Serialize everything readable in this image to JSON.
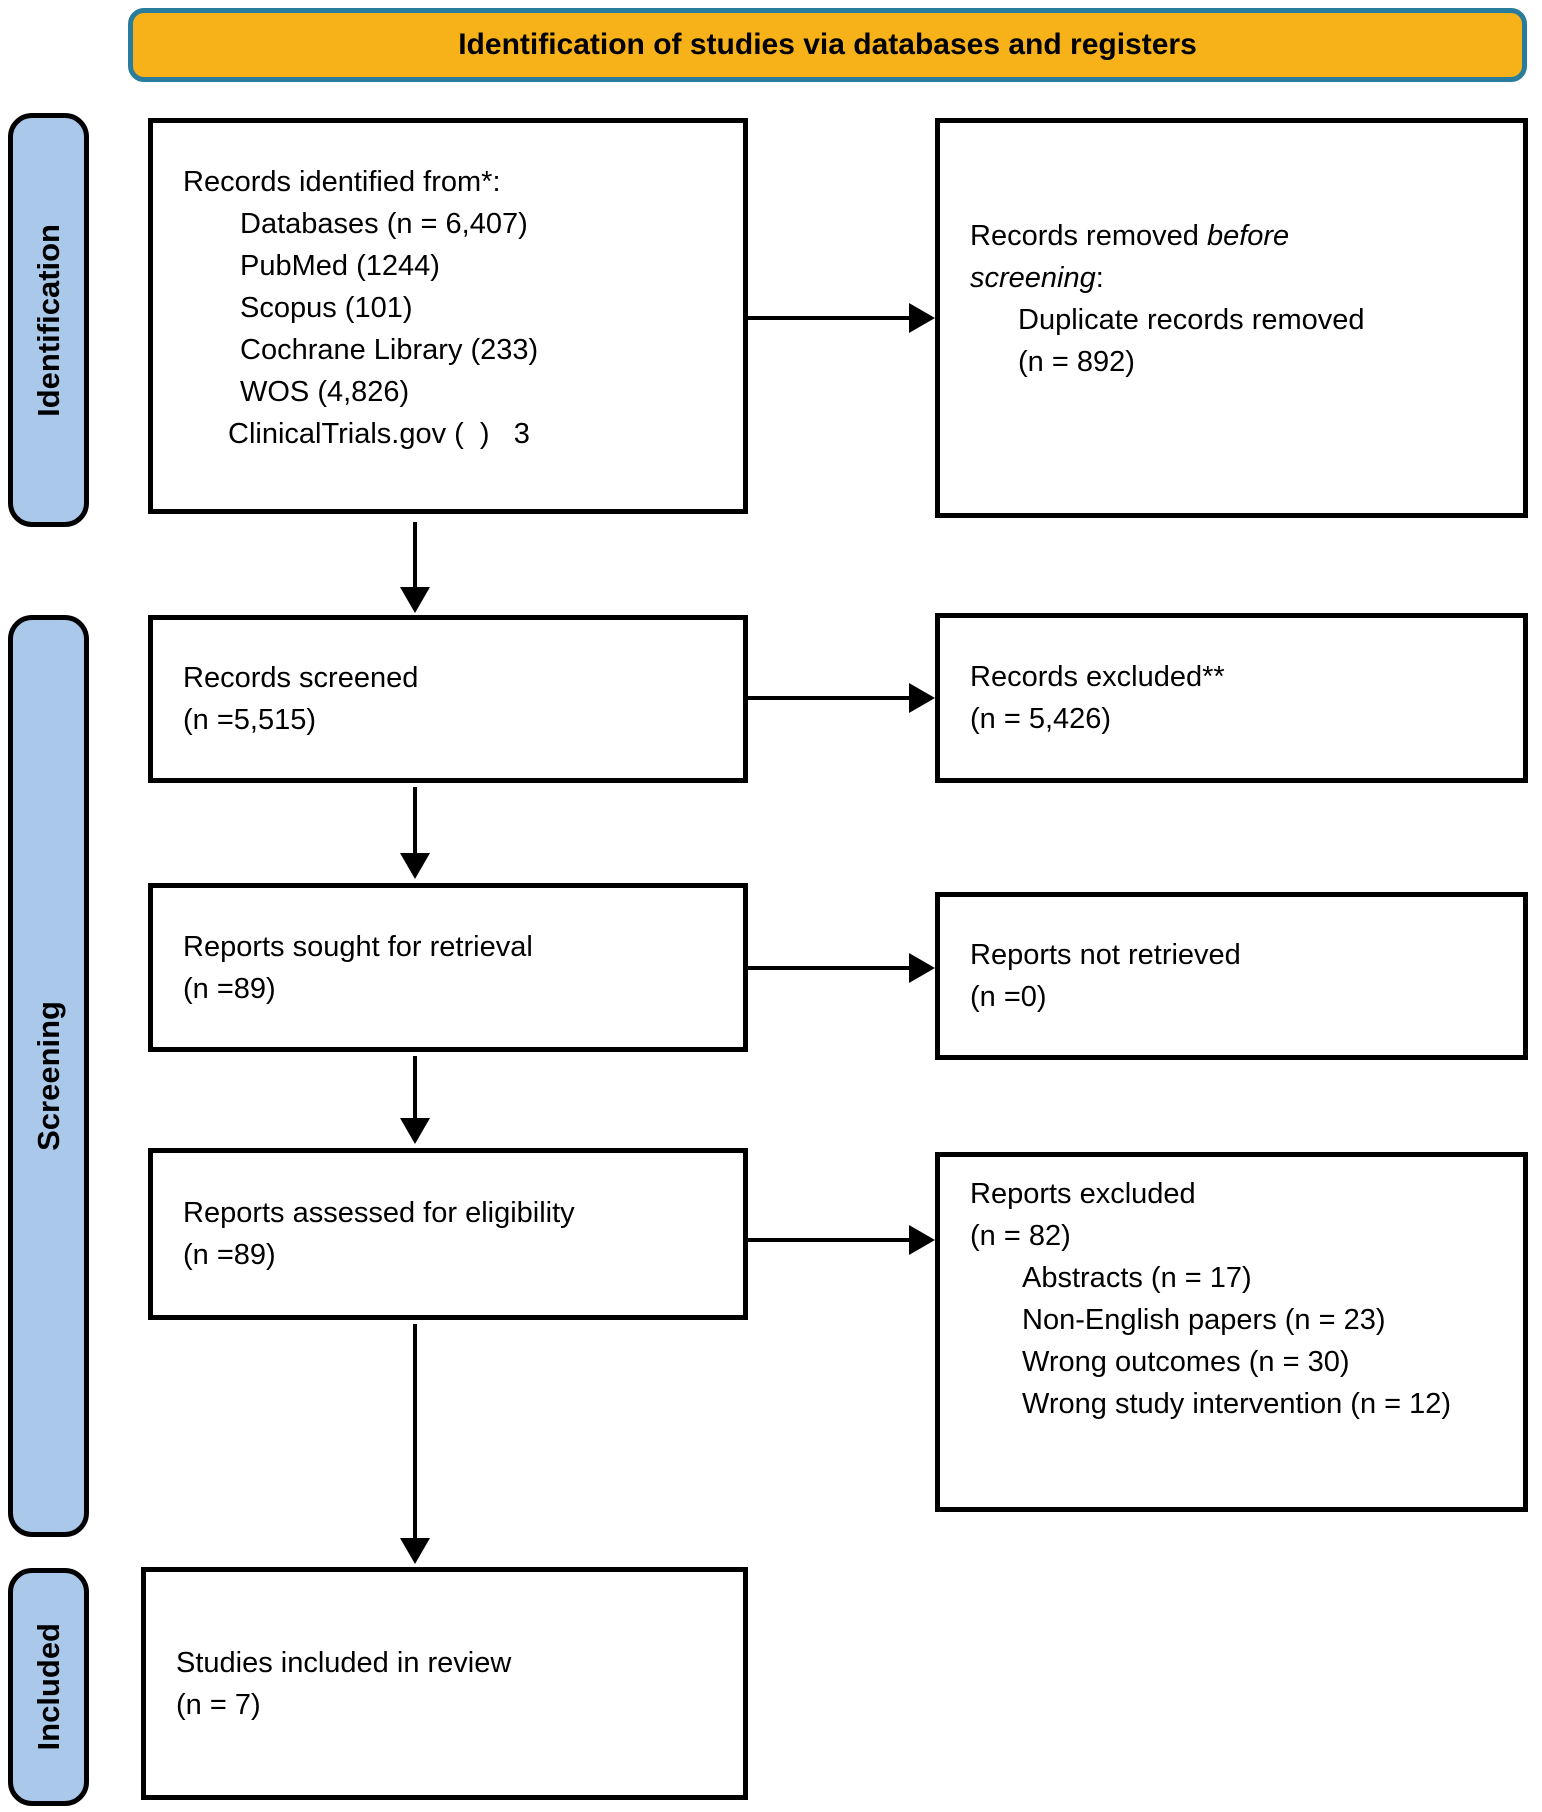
{
  "header": {
    "title": "Identification of studies via databases and registers"
  },
  "stages": [
    {
      "label": "Identification"
    },
    {
      "label": "Screening"
    },
    {
      "label": "Included"
    }
  ],
  "boxes": {
    "records_identified": {
      "title": "Records identified from*:",
      "items": [
        "Databases (n = 6,407)",
        "PubMed (1244)",
        "Scopus (101)",
        "Cochrane Library (233)",
        "WOS (4,826)"
      ],
      "last_item": "ClinicalTrials.gov (  )   3"
    },
    "records_removed": {
      "l1a": "Records removed ",
      "l1b": "before",
      "l2a": "screening",
      "l2b": ":",
      "items": [
        "Duplicate records removed",
        "(n = 892)"
      ]
    },
    "records_screened": {
      "line1": "Records screened",
      "line2": "(n =5,515)"
    },
    "records_excluded": {
      "line1": "Records excluded**",
      "line2": "(n = 5,426)"
    },
    "reports_sought": {
      "line1": "Reports sought for retrieval",
      "line2": "(n =89)"
    },
    "reports_not_retrieved": {
      "line1": "Reports not retrieved",
      "line2": "(n =0)"
    },
    "reports_assessed": {
      "line1": "Reports assessed for eligibility",
      "line2": "(n =89)"
    },
    "reports_excluded": {
      "line1": "Reports excluded",
      "line2": "(n = 82)",
      "items": [
        "Abstracts (n = 17)",
        "Non-English papers (n = 23)",
        "Wrong outcomes (n = 30)",
        "Wrong study intervention (n = 12)"
      ]
    },
    "studies_included": {
      "line1": "Studies included in review",
      "line2": "(n = 7)"
    }
  },
  "colors": {
    "header_fill": "#F7B21A",
    "header_border": "#2A7C9C",
    "stage_fill": "#A9C8EA",
    "box_border": "#000000",
    "arrow": "#000000"
  }
}
